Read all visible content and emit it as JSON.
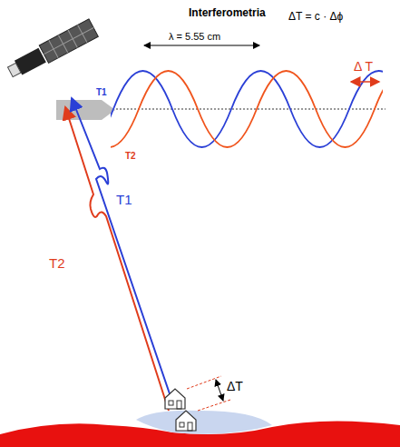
{
  "diagram": {
    "title": "Interferometria",
    "labels": [
      "ΔT = c · Δϕ",
      "λ = 5.55 cm",
      "T1",
      "T2",
      "Δ T",
      "T1",
      "T2",
      "ΔT"
    ]
  }
}
